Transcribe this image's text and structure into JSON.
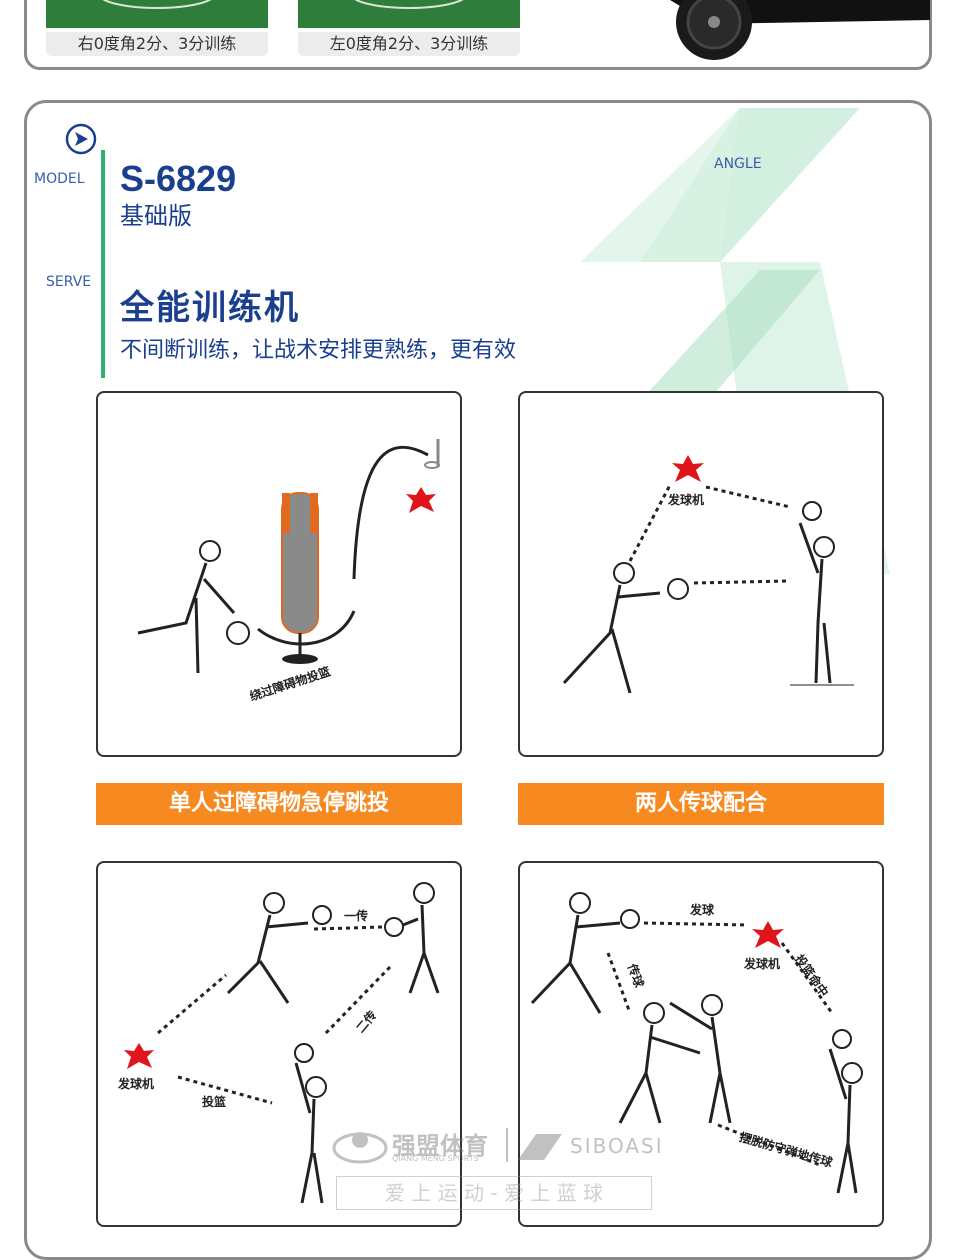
{
  "top_section": {
    "captions": [
      "右0度角2分、3分训练",
      "左0度角2分、3分训练"
    ]
  },
  "side_labels": {
    "model": "MODEL",
    "serve": "SERVE",
    "angle": "ANGLE"
  },
  "product": {
    "model": "S-6829",
    "edition": "基础版",
    "title": "全能训练机",
    "subtitle": "不间断训练，让战术安排更熟练，更有效"
  },
  "panels": [
    {
      "banner": "单人过障碍物急停跳投",
      "labels": [
        "绕过障碍物投篮"
      ]
    },
    {
      "banner": "两人传球配合",
      "labels": [
        "发球机"
      ]
    },
    {
      "labels": [
        "发球机",
        "投篮",
        "一传",
        "二传"
      ]
    },
    {
      "labels": [
        "发球",
        "发球机",
        "传球",
        "投篮命中",
        "摆脱防守弹地传球"
      ]
    }
  ],
  "watermark": {
    "brand_cn": "强盟体育",
    "brand_en": "QIANG MENG SPORTS",
    "brand2": "SIBOASI",
    "slogan": "爱 上 运 动 - 爱 上 蓝 球"
  },
  "colors": {
    "navy": "#1b3f8f",
    "orange": "#f6891f",
    "green_accent": "#2fae72",
    "marker_red": "#e0141b"
  }
}
